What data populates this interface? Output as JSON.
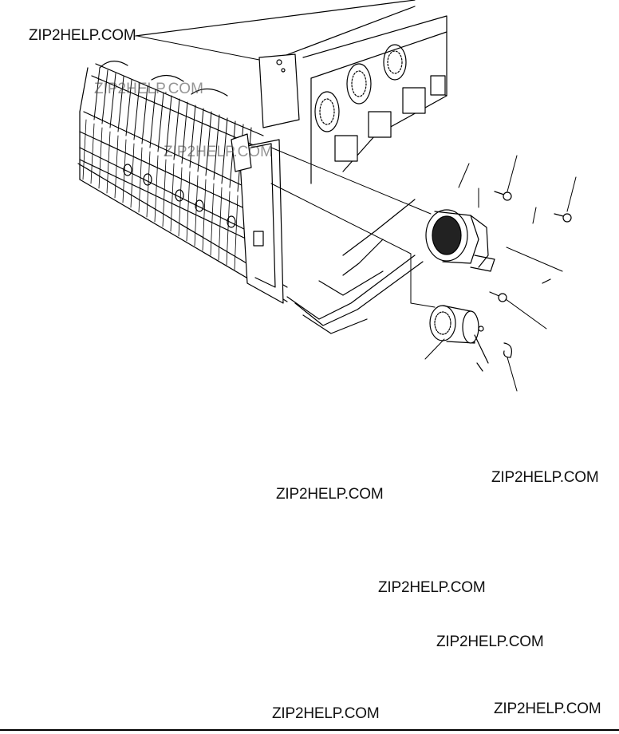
{
  "watermarks": {
    "top_left": "ZIP2HELP.COM",
    "overlay_1": "ZIP2HELP.COM",
    "overlay_2": "ZIP2HELP.COM",
    "mid_center": "ZIP2HELP.COM",
    "mid_right": "ZIP2HELP.COM",
    "lower_center": "ZIP2HELP.COM",
    "lower_right": "ZIP2HELP.COM",
    "bottom_center": "ZIP2HELP.COM",
    "bottom_right": "ZIP2HELP.COM"
  }
}
